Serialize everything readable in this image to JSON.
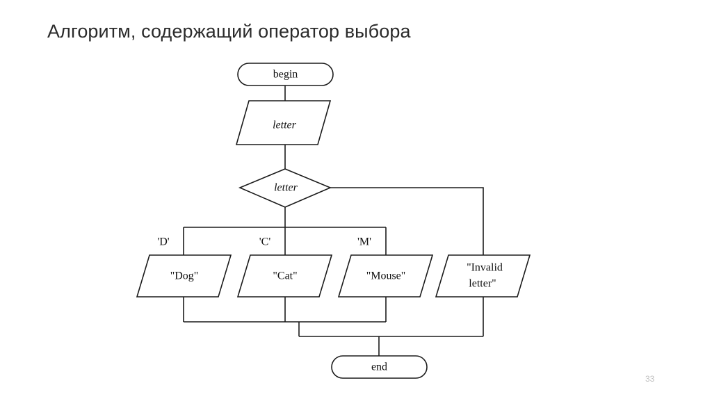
{
  "slide": {
    "title": "Алгоритм, содержащий оператор выбора",
    "page_number": "33",
    "background_color": "#ffffff",
    "line_color": "#1b1b1b",
    "title_color": "#2b2b2b",
    "page_number_color": "#bfbfbf"
  },
  "flowchart": {
    "type": "flowchart",
    "description": "Algorithm containing a selection (switch/case) operator",
    "nodes": [
      {
        "id": "begin",
        "shape": "terminator",
        "label": "begin",
        "style": "serif"
      },
      {
        "id": "input",
        "shape": "parallelogram",
        "label": "letter",
        "style": "serif-italic"
      },
      {
        "id": "switch",
        "shape": "diamond",
        "label": "letter",
        "style": "serif-italic"
      },
      {
        "id": "out_dog",
        "shape": "parallelogram",
        "label": "\"Dog\"",
        "style": "serif"
      },
      {
        "id": "out_cat",
        "shape": "parallelogram",
        "label": "\"Cat\"",
        "style": "serif"
      },
      {
        "id": "out_mouse",
        "shape": "parallelogram",
        "label": "\"Mouse\"",
        "style": "serif"
      },
      {
        "id": "out_invalid",
        "shape": "parallelogram",
        "label_line1": "\"Invalid",
        "label_line2": "letter\"",
        "style": "serif"
      },
      {
        "id": "end",
        "shape": "terminator",
        "label": "end",
        "style": "serif"
      }
    ],
    "branch_labels": [
      {
        "id": "case_d",
        "label": "'D'",
        "target": "out_dog"
      },
      {
        "id": "case_c",
        "label": "'C'",
        "target": "out_cat"
      },
      {
        "id": "case_m",
        "label": "'M'",
        "target": "out_mouse"
      }
    ]
  }
}
